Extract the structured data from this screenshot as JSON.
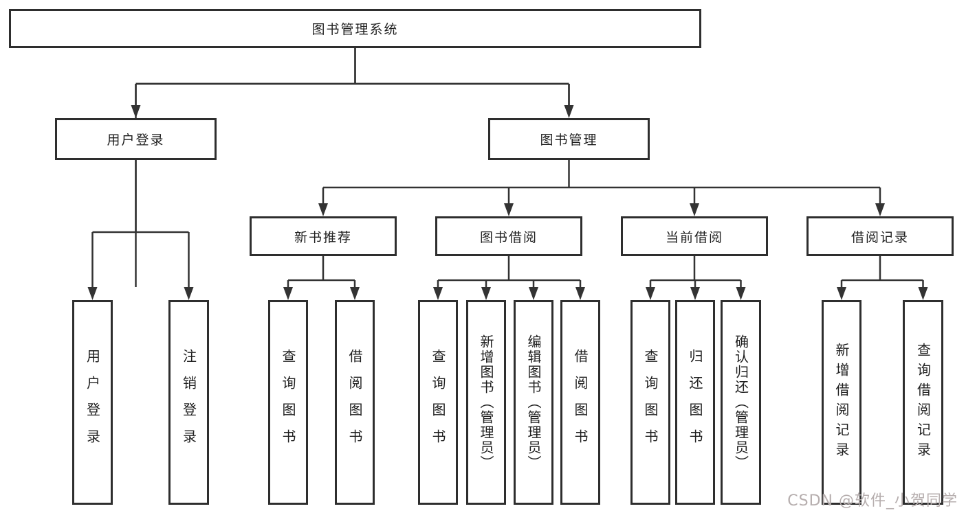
{
  "diagram": {
    "root": "图书管理系统",
    "branches": [
      {
        "label": "用户登录",
        "children": [
          "用户登录",
          "注销登录"
        ]
      },
      {
        "label": "图书管理",
        "children": [
          {
            "label": "新书推荐",
            "children": [
              "查询图书",
              "借阅图书"
            ]
          },
          {
            "label": "图书借阅",
            "children": [
              "查询图书",
              "新增图书（管理员）",
              "编辑图书（管理员）",
              "借阅图书"
            ]
          },
          {
            "label": "当前借阅",
            "children": [
              "查询图书",
              "归还图书",
              "确认归还（管理员）"
            ]
          },
          {
            "label": "借阅记录",
            "children": [
              "新增借阅记录",
              "查询借阅记录"
            ]
          }
        ]
      }
    ]
  },
  "watermark": {
    "text": "CSDN @软件_小贺同学"
  },
  "colors": {
    "line": "#333333",
    "box_border": "#2e2e2e",
    "text": "#1f1f1f",
    "watermark": "#b6aeae",
    "background": "#ffffff"
  }
}
